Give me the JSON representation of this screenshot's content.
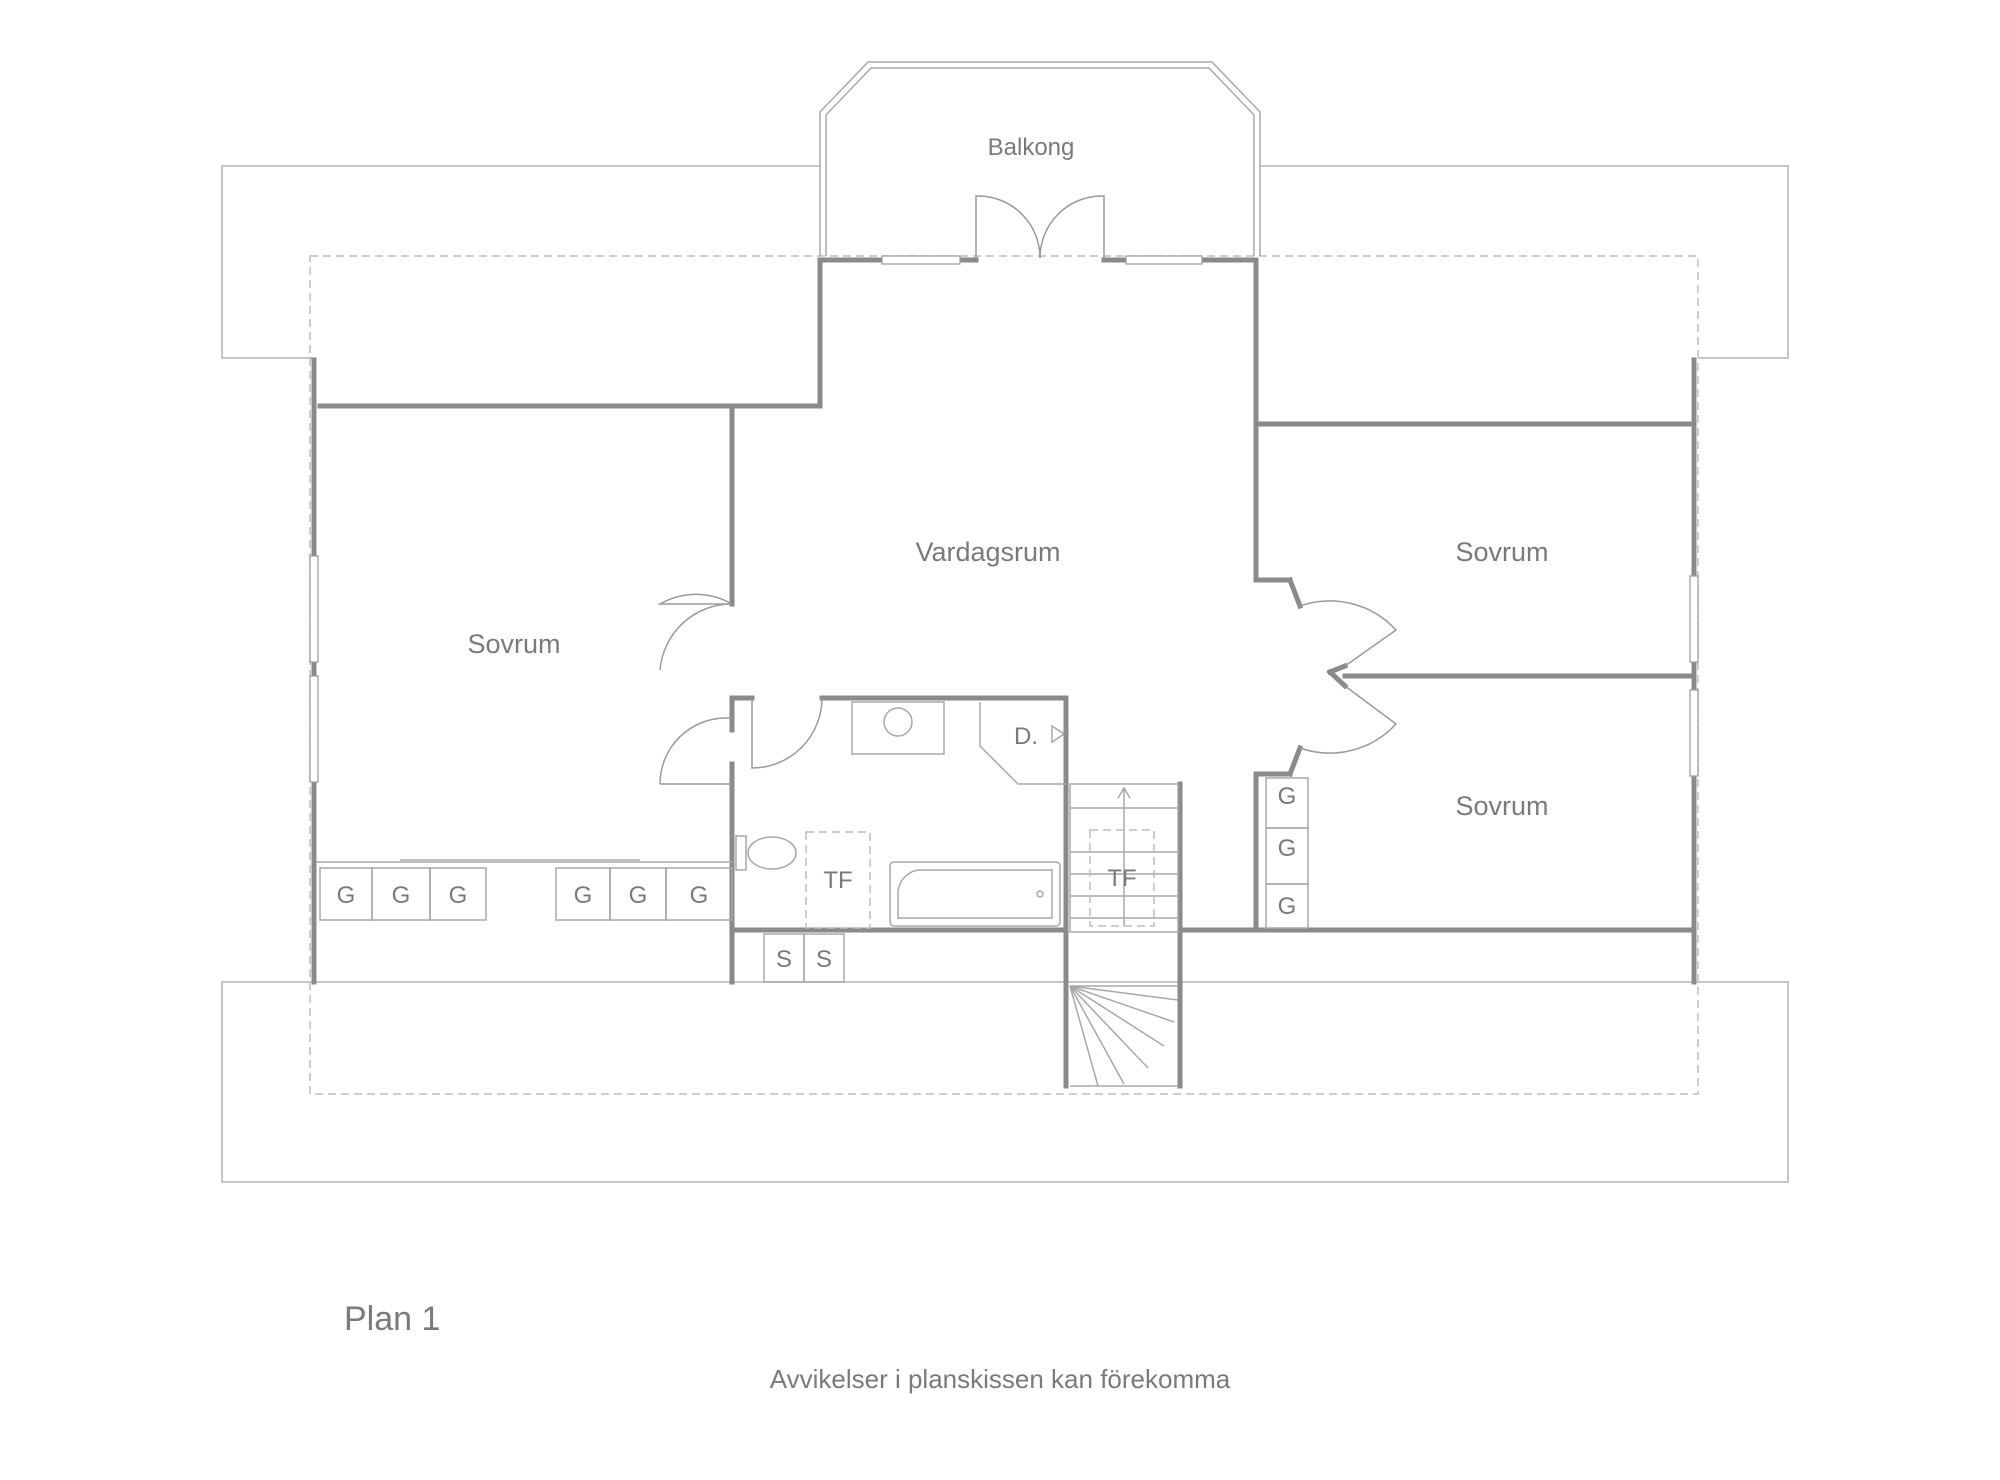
{
  "plan": {
    "rooms": {
      "balcony": "Balkong",
      "living": "Vardagsrum",
      "bedroom_left": "Sovrum",
      "bedroom_right_top": "Sovrum",
      "bedroom_right_bottom": "Sovrum"
    },
    "labels": {
      "bath_dryer": "TF",
      "stair_dryer": "TF",
      "dishwasher": "D."
    },
    "wardrobes": {
      "left_row": [
        "G",
        "G",
        "G"
      ],
      "middle_row": [
        "G",
        "G",
        "G"
      ],
      "right_column": [
        "G",
        "G",
        "G"
      ],
      "storage": [
        "S",
        "S"
      ]
    }
  },
  "caption": {
    "title": "Plan 1",
    "note": "Avvikelser i planskissen kan förekomma"
  }
}
